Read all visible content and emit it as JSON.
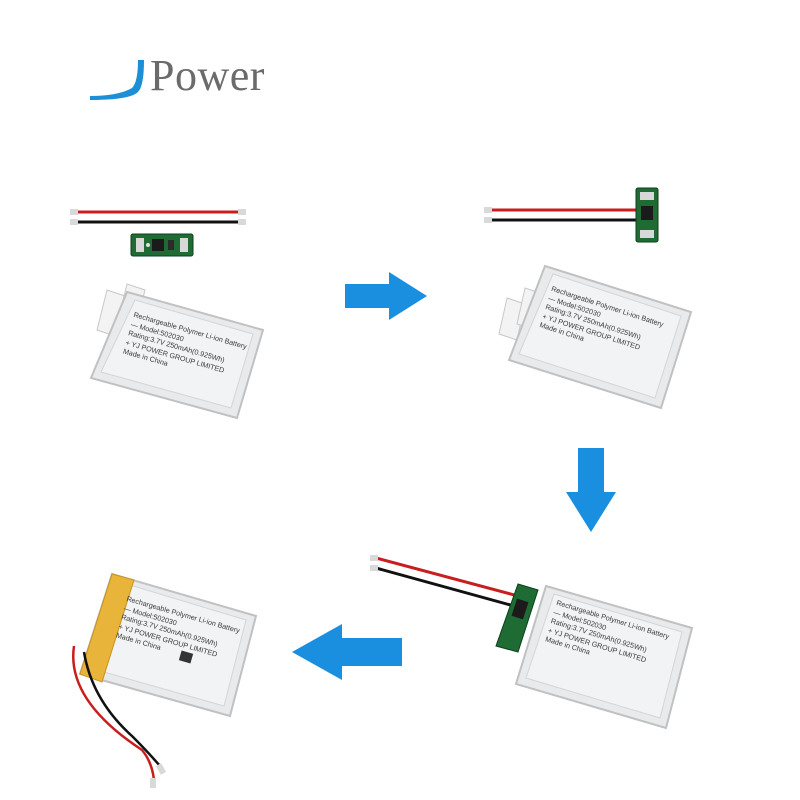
{
  "brand": {
    "name": "Power",
    "mark_color": "#1c8fd6",
    "text_color": "#6b6b6b"
  },
  "battery_label": {
    "line1": "Rechargeable Polymer Li-ion Battery",
    "line2": "Model:502030",
    "line3": "Rating:3.7V 250mAh(0.925Wh)",
    "line4": "YJ POWER GROUP LIMITED",
    "line5": "Made in China"
  },
  "colors": {
    "arrow": "#1a8fe0",
    "pcb": "#1f6b34",
    "wire_red": "#c81e1e",
    "wire_black": "#111111",
    "cell_body": "#e9eaeb",
    "cell_edge": "#bfc1c3",
    "kapton": "#e8b43a"
  },
  "steps": [
    {
      "name": "step-1-components"
    },
    {
      "name": "step-2-pcb-wired"
    },
    {
      "name": "step-3-pcb-attached"
    },
    {
      "name": "step-4-finished-battery"
    }
  ]
}
